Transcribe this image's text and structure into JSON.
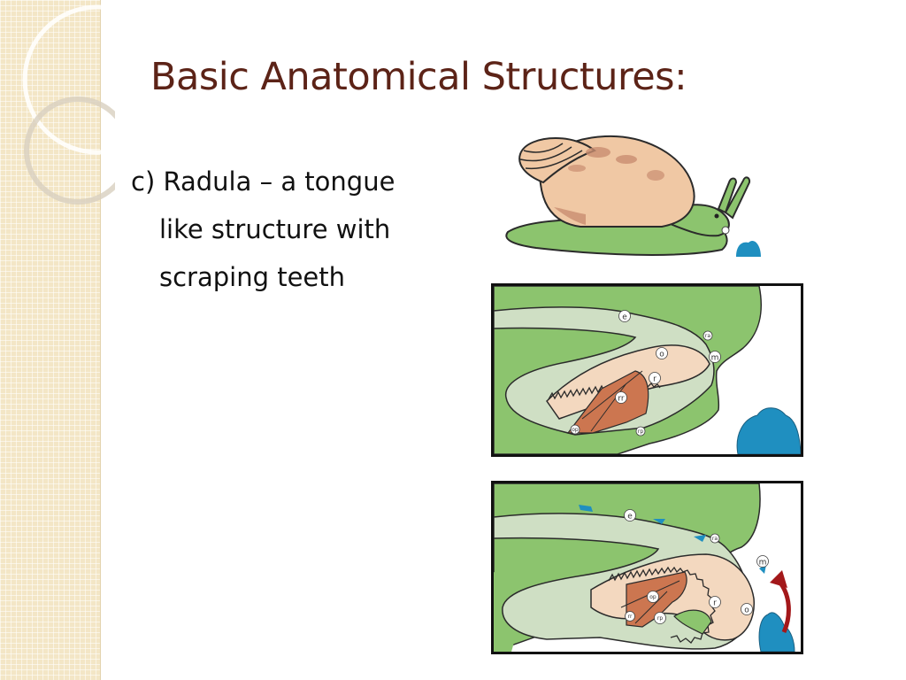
{
  "slide": {
    "title": "Basic Anatomical Structures:",
    "body_lines": [
      "c) Radula – a tongue",
      "like structure with",
      "scraping teeth"
    ]
  },
  "diagram": {
    "panel_labels": [
      "e",
      "m",
      "o",
      "r",
      "rr",
      "op",
      "rp",
      "ra"
    ]
  },
  "colors": {
    "title": "#5c2317",
    "side_band": "#f3e6c6",
    "snail_body": "#8cc46e",
    "shell": "#f0c8a4",
    "shell_spots": "#c98d70",
    "cavity": "#cfdfc4",
    "radula": "#f3d8bf",
    "muscle": "#cc7650",
    "food": "#1f8fc0",
    "arrow": "#a3181a"
  }
}
